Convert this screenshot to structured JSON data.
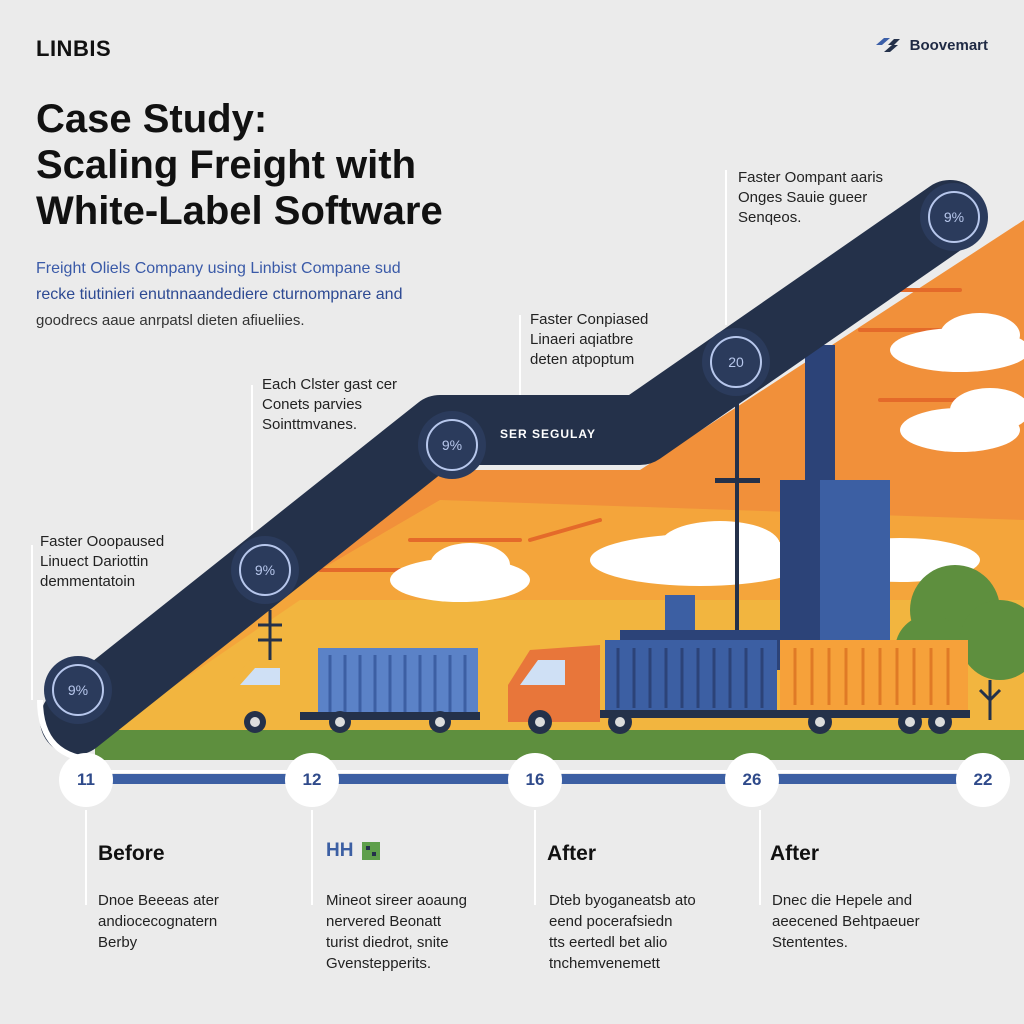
{
  "brand": {
    "left": "LINBIS",
    "right": "Boovemart"
  },
  "title_lines": [
    "Case Study:",
    "Scaling Freight with",
    "White-Label Software"
  ],
  "intro_lines": [
    "Freight Oliels Company using Linbist Compane sud",
    "recke tiutinieri enutnnaandediere cturnompnare and",
    "goodrecs aaue anrpatsl dieten afiueliies."
  ],
  "callouts": [
    {
      "lines": [
        "Faster Ooopaused",
        "Linuect Dariottin",
        "demmentatoin"
      ]
    },
    {
      "lines": [
        "Each Clster gast cer",
        "Conets parvies",
        "Sointtmvanes."
      ]
    },
    {
      "lines": [
        "Faster Conpiased",
        "Linaeri aqiatbre",
        "deten atpoptum"
      ]
    },
    {
      "lines": [
        "Faster Oompant aaris",
        "Onges Sauie gueer",
        "Senqeos."
      ]
    }
  ],
  "path_nodes": [
    "9%",
    "9%",
    "9%",
    "20",
    "9%"
  ],
  "path_band_label": "SER SEGULAY",
  "timeline": [
    "11",
    "12",
    "16",
    "26",
    "22"
  ],
  "stages": [
    {
      "head": "Before",
      "lines": [
        "Dnoe Beeeas ater",
        "andiocecognatern",
        "Berby"
      ]
    },
    {
      "head": "HH",
      "lines": [
        "Mineot sireer aoaung",
        "nervered Beonatt",
        "turist diedrot, snite",
        "Gvenstepperits."
      ]
    },
    {
      "head": "After",
      "lines": [
        "Dteb byoganeatsb ato",
        "eend pocerafsiedn",
        "tts eertedl bet alio",
        "tnchemvenemett"
      ]
    },
    {
      "head": "After",
      "lines": [
        "Dnec die Hepele and",
        "aeecened Behtpaeuer",
        "Stententes."
      ]
    }
  ],
  "colors": {
    "navy": "#24314a",
    "orange": "#f1903a",
    "amber": "#f2b53f",
    "blue": "#3c5fa3",
    "green": "#5e8f3e"
  },
  "icons": {
    "brand_right": "boovemart-logo-icon",
    "stage2": "boxes-icon"
  }
}
